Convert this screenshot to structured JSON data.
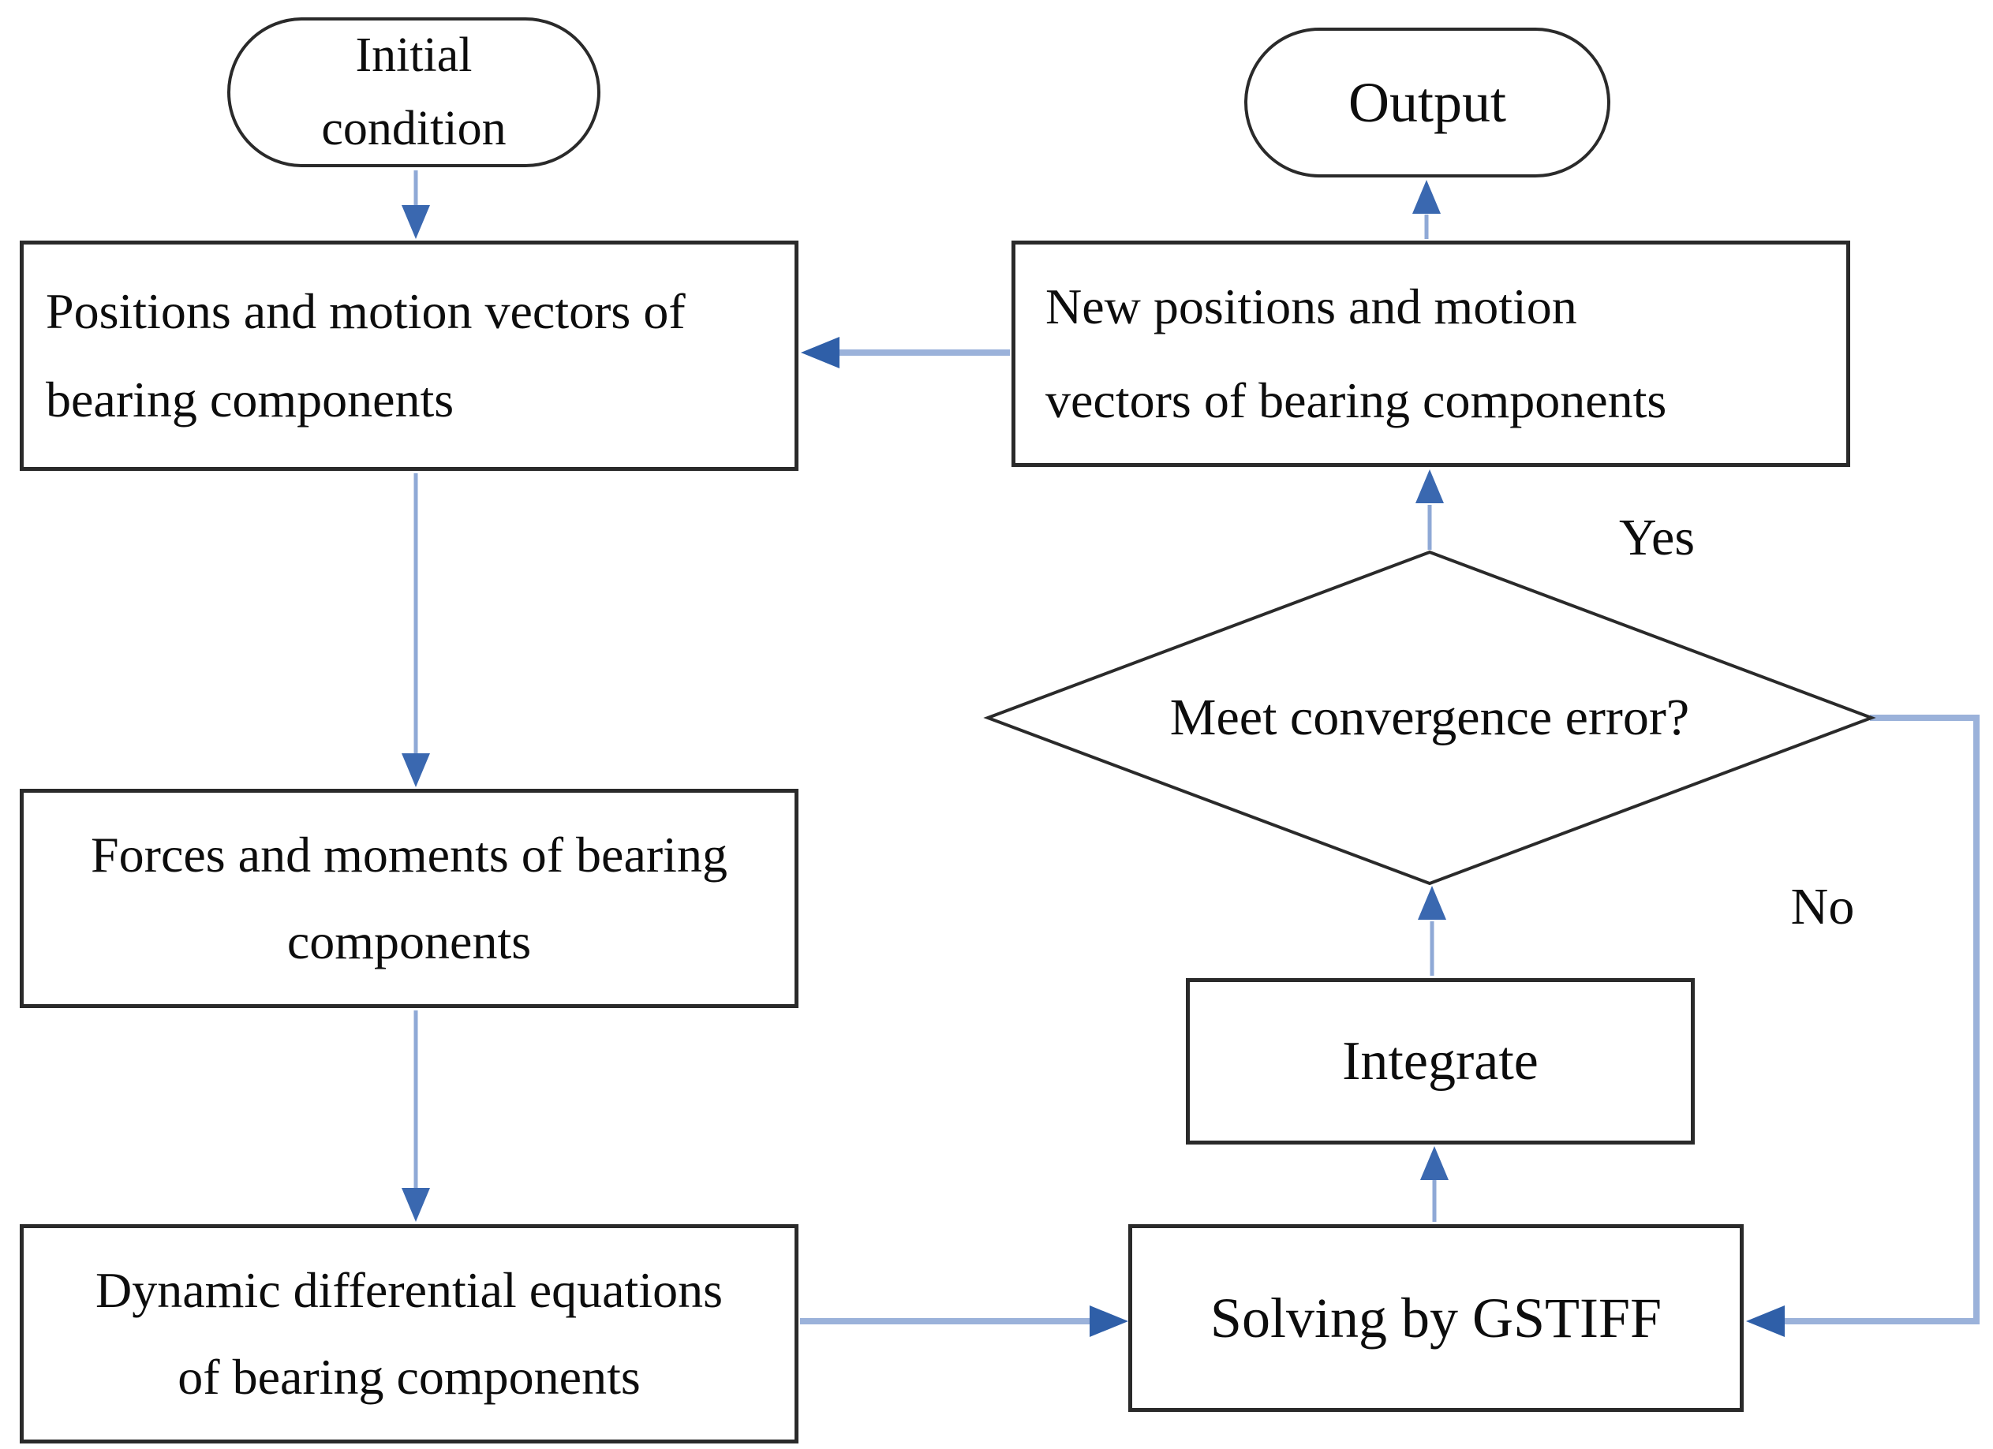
{
  "diagram": {
    "type": "flowchart",
    "colors": {
      "arrow_shaft": "#8fa9d6",
      "arrow_head": "#3a68b0",
      "thick_shaft": "#9bb2da",
      "thick_head": "#2f5fa8",
      "shape_border": "#2a2a2a",
      "text": "#0d0d0d",
      "background": "#ffffff"
    },
    "nodes": {
      "initial": {
        "shape": "terminator",
        "line1": "Initial",
        "line2": "condition"
      },
      "positions": {
        "shape": "process",
        "line1": "Positions and motion vectors of",
        "line2": "bearing components"
      },
      "forces": {
        "shape": "process",
        "line1": "Forces and moments of bearing",
        "line2": "components"
      },
      "dynamic": {
        "shape": "process",
        "line1": "Dynamic differential equations",
        "line2": "of bearing components"
      },
      "new_positions": {
        "shape": "process",
        "line1": "New positions and motion",
        "line2": "vectors of bearing components"
      },
      "output": {
        "shape": "terminator",
        "label": "Output"
      },
      "integrate": {
        "shape": "process",
        "label": "Integrate"
      },
      "solving": {
        "shape": "process",
        "label": "Solving by GSTIFF"
      },
      "decision": {
        "shape": "decision",
        "label": "Meet convergence error?"
      }
    },
    "edge_labels": {
      "yes": "Yes",
      "no": "No"
    }
  }
}
